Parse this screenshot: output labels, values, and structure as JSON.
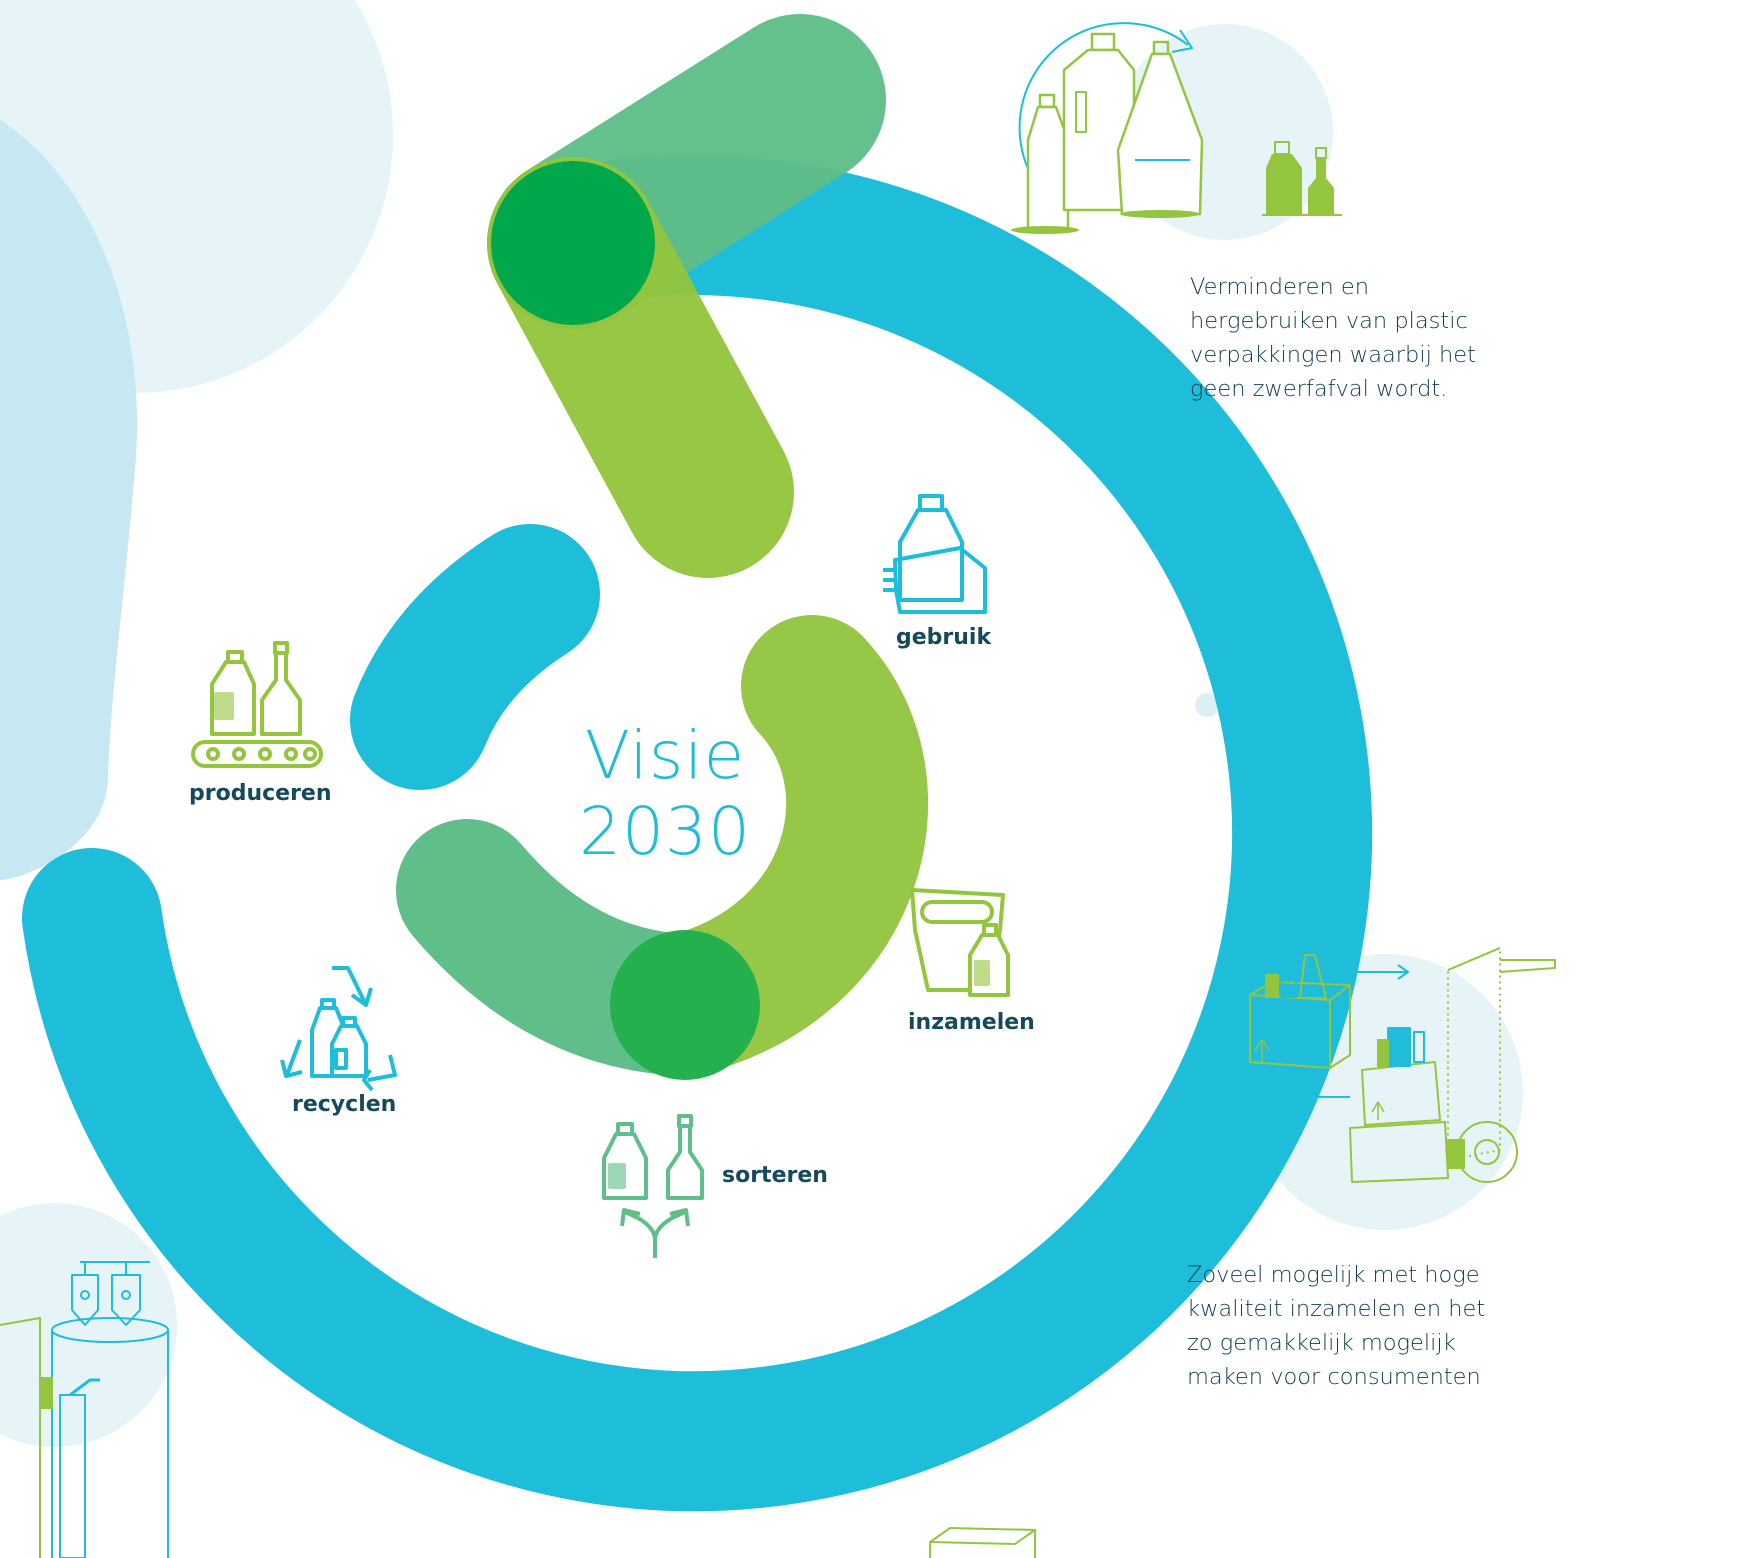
{
  "title": {
    "line1": "Visie",
    "line2": "2030"
  },
  "stages": {
    "produceren": "produceren",
    "gebruik": "gebruik",
    "inzamelen": "inzamelen",
    "sorteren": "sorteren",
    "recyclen": "recyclen"
  },
  "notes": {
    "reduce": [
      "Verminderen en",
      "hergebruiken van plastic",
      "verpakkingen waarbij het",
      "geen zwerfafval wordt."
    ],
    "collect": [
      "Zoveel mogelijk met hoge",
      "kwaliteit inzamelen en het",
      "zo gemakkelijk mogelijk",
      "maken voor consumenten"
    ]
  },
  "colors": {
    "blue": "#1ebdd9",
    "green_light": "#93c53e",
    "green_mid": "#5fbe89",
    "green_dark": "#00a74b",
    "label_dark": "#154a5c",
    "bg_blue": "#c4e7f1",
    "bg_blue_light": "#e6f4f8"
  }
}
